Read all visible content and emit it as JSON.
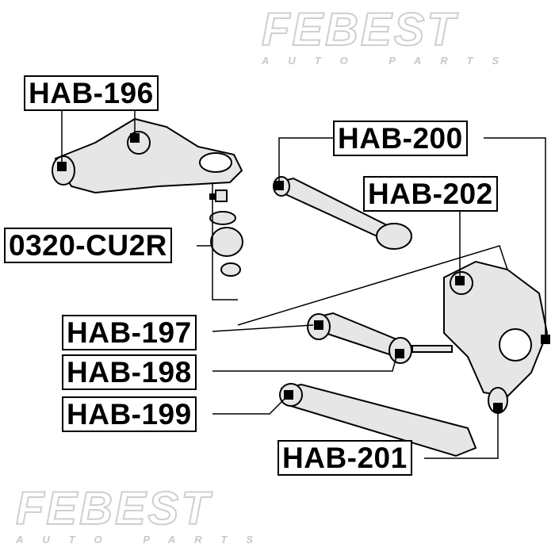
{
  "watermark": {
    "brand": "FEBEST",
    "sub": "AUTO PARTS"
  },
  "labels": {
    "hab196": "HAB-196",
    "hab200": "HAB-200",
    "hab202": "HAB-202",
    "cu2r": "0320-CU2R",
    "hab197": "HAB-197",
    "hab198": "HAB-198",
    "hab199": "HAB-199",
    "hab201": "HAB-201"
  }
}
